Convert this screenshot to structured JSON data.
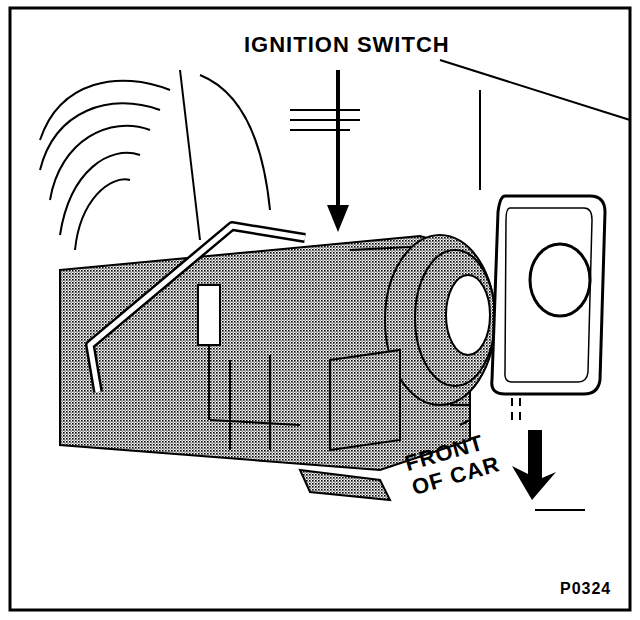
{
  "diagram": {
    "labels": [
      "IGNITION SWITCH",
      "FRONT OF CAR",
      "P0324"
    ]
  }
}
